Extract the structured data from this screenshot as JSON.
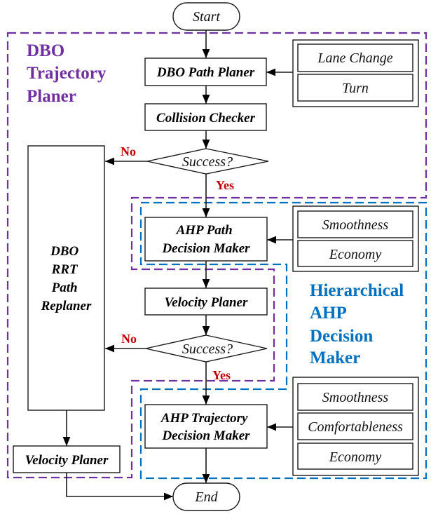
{
  "diagram": {
    "terminals": {
      "start": "Start",
      "end": "End"
    },
    "regions": {
      "dbo": {
        "title_lines": [
          "DBO",
          "Trajectory",
          "Planer"
        ],
        "color": "#7030A0"
      },
      "ahp": {
        "title_lines": [
          "Hierarchical",
          "AHP",
          "Decision",
          "Maker"
        ],
        "color": "#0070C0"
      }
    },
    "process": {
      "dbo_path_planer": "DBO Path Planer",
      "collision_checker": "Collision Checker",
      "ahp_path_decision_maker": [
        "AHP Path",
        "Decision Maker"
      ],
      "velocity_planer": "Velocity Planer",
      "ahp_trajectory_decision_maker": [
        "AHP Trajectory",
        "Decision Maker"
      ],
      "rrt_replaner": [
        "DBO",
        "RRT",
        "Path",
        "Replaner"
      ],
      "velocity_planer_left": "Velocity Planer"
    },
    "decisions": [
      {
        "label": "Success?",
        "yes": "Yes",
        "no": "No"
      },
      {
        "label": "Success?",
        "yes": "Yes",
        "no": "No"
      }
    ],
    "criteria_groups": [
      [
        "Lane Change",
        "Turn"
      ],
      [
        "Smoothness",
        "Economy"
      ],
      [
        "Smoothness",
        "Comfortableness",
        "Economy"
      ]
    ],
    "edge_label_color": "#C00000"
  }
}
